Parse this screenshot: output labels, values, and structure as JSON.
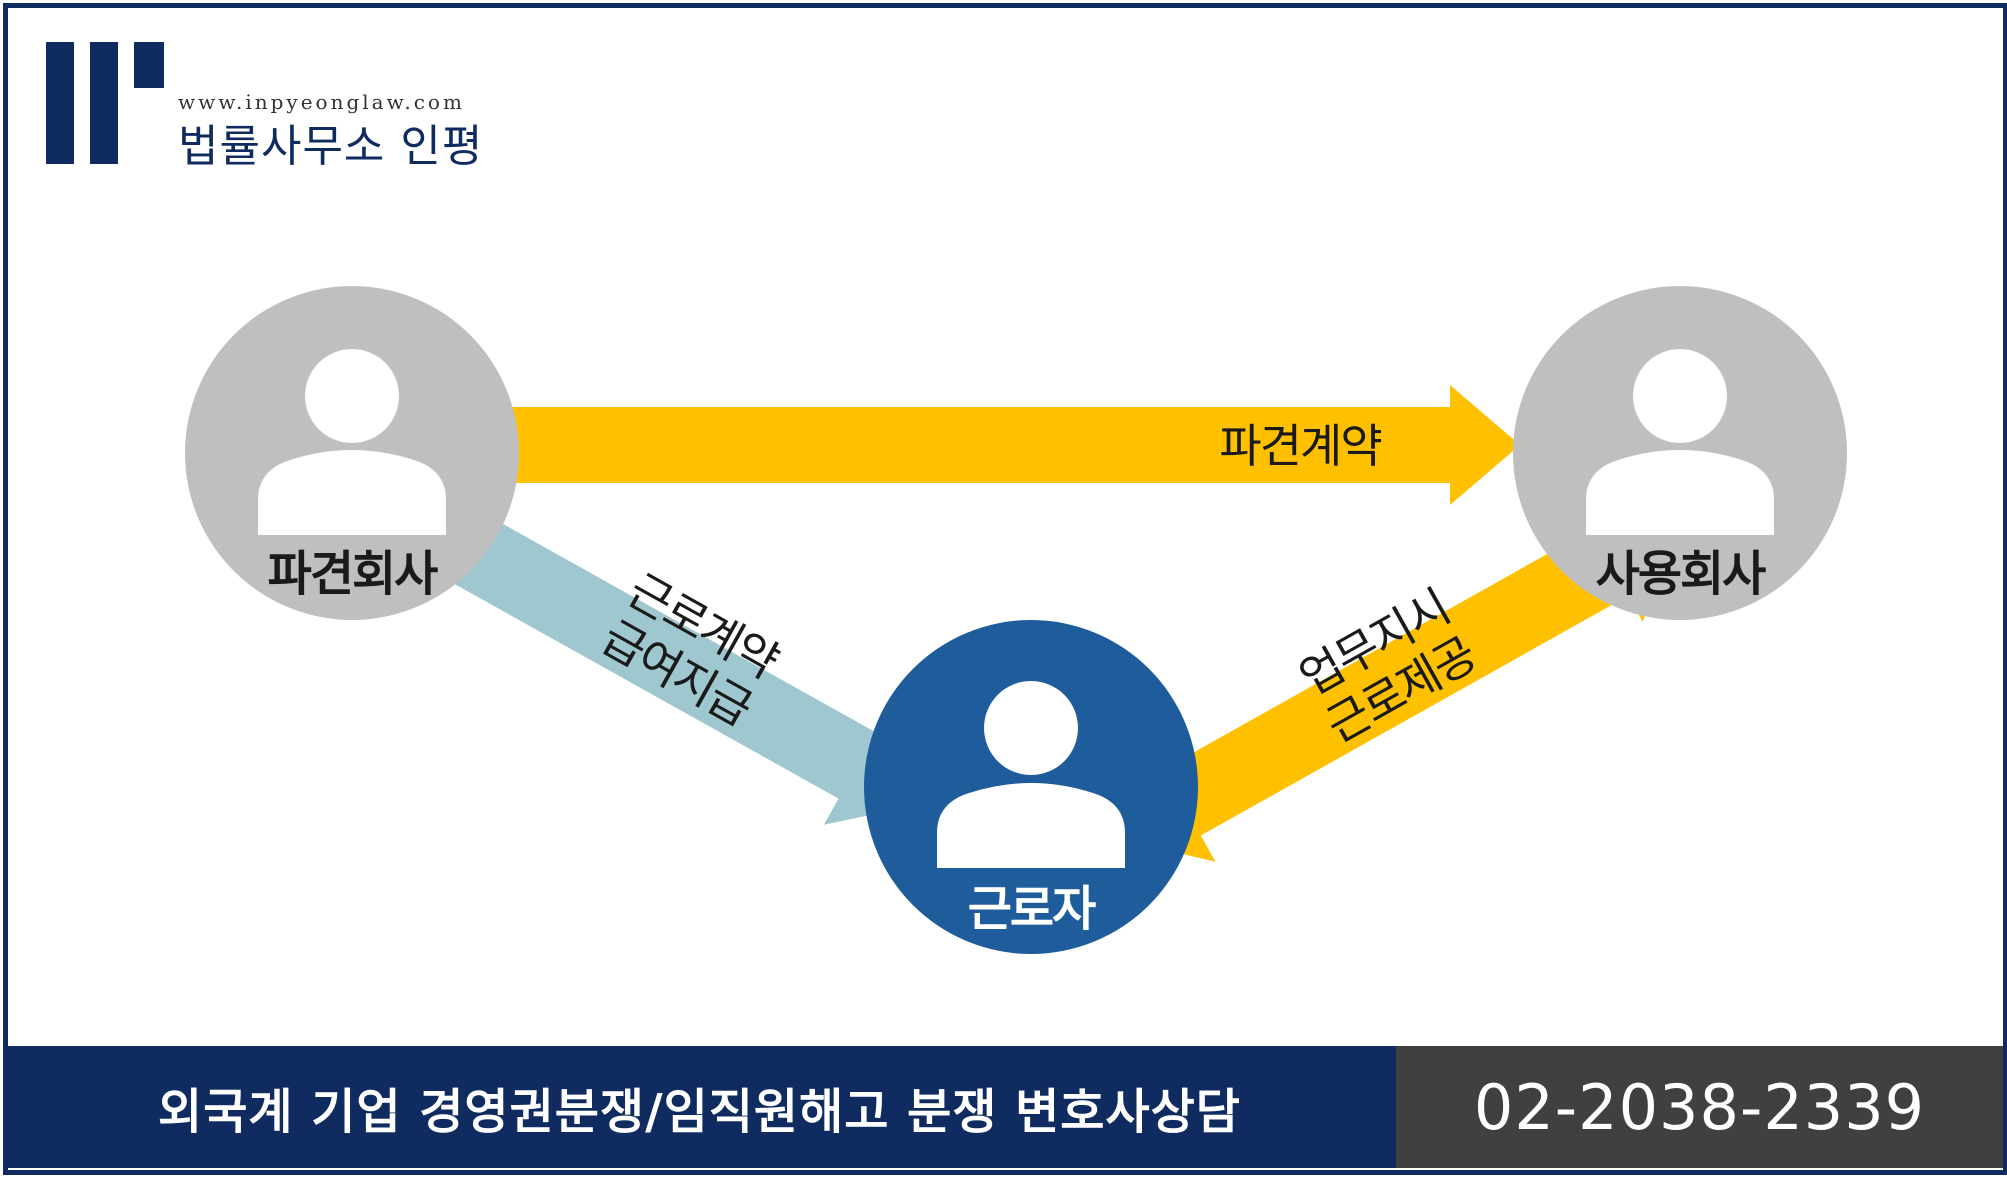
{
  "logo": {
    "url": "www.inpyeonglaw.com",
    "name": "법률사무소 인평"
  },
  "nodes": {
    "dispatch_company": "파견회사",
    "user_company": "사용회사",
    "worker": "근로자"
  },
  "arrows": {
    "top_label": "파견계약",
    "left_line1": "근로계약",
    "left_line2": "급여지급",
    "right_line1": "업무지시",
    "right_line2": "근로제공"
  },
  "footer": {
    "banner_text": "외국계 기업 경영권분쟁/임직원해고 분쟁 변호사상담",
    "phone": "02-2038-2339"
  },
  "colors": {
    "navy": "#0f2b60",
    "gray_circle": "#bfbfbf",
    "worker_blue": "#1f5c9b",
    "arrow_yellow": "#ffc000",
    "arrow_lightblue": "#9fc7cf",
    "footer_gray": "#404040"
  },
  "icons": [
    "person-icon"
  ]
}
